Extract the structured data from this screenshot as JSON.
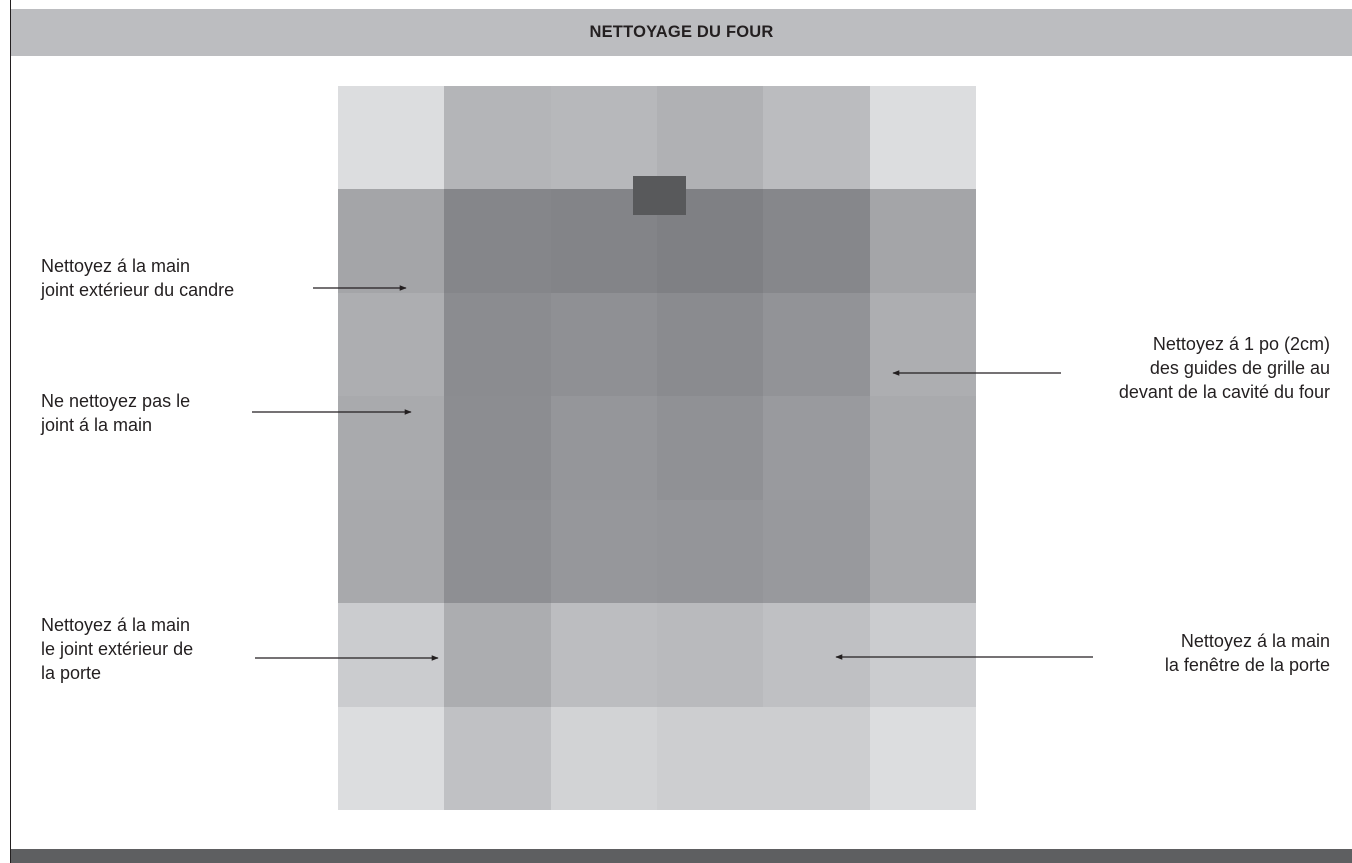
{
  "header": {
    "title": "NETTOYAGE DU FOUR"
  },
  "colors": {
    "header_bar": "#bcbdc0",
    "footer_bar": "#5e5f61",
    "latch": "#58595b",
    "text": "#231f20"
  },
  "oven_shading": [
    [
      "#dcdddf",
      "#b4b5b8",
      "#b7b8bb",
      "#b0b1b4",
      "#bbbcbf",
      "#dcdddf"
    ],
    [
      "#a4a5a8",
      "#85868a",
      "#838488",
      "#7f8084",
      "#86878b",
      "#a4a5a8"
    ],
    [
      "#adaeb1",
      "#8b8c90",
      "#8f9094",
      "#8a8b8f",
      "#929397",
      "#adaeb1"
    ],
    [
      "#a9aaad",
      "#8c8d91",
      "#95969a",
      "#909195",
      "#999a9e",
      "#a9aaad"
    ],
    [
      "#a8a9ac",
      "#8e8f93",
      "#96979b",
      "#949599",
      "#98999d",
      "#a8a9ac"
    ],
    [
      "#cbcccf",
      "#acadb0",
      "#bcbdc0",
      "#b9babd",
      "#bfc0c3",
      "#cbcccf"
    ],
    [
      "#dcdddf",
      "#c0c1c4",
      "#d2d3d5",
      "#cdced0",
      "#cdced0",
      "#dcdddf"
    ]
  ],
  "callouts": {
    "frame_gasket": [
      "Nettoyez á la main",
      "joint extérieur du candre"
    ],
    "door_gasket": [
      "Ne nettoyez pas le",
      "joint á la main"
    ],
    "door_outer": [
      "Nettoyez á la main",
      "le joint extérieur de",
      "la porte"
    ],
    "rack_guides": [
      "Nettoyez á 1 po (2cm)",
      "des guides de grille au",
      "devant de la cavité du four"
    ],
    "door_window": [
      "Nettoyez á la main",
      "la fenêtre de la porte"
    ]
  }
}
